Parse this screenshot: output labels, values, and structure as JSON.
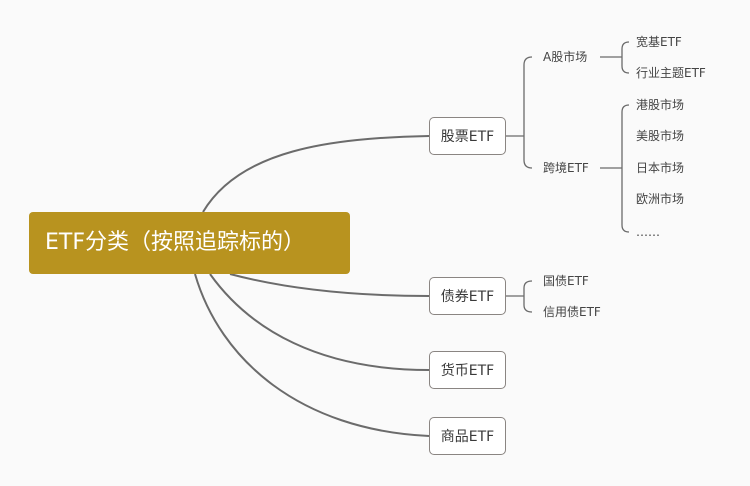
{
  "root": {
    "label": "ETF分类（按照追踪标的）"
  },
  "branches": [
    {
      "label": "股票ETF",
      "children": [
        {
          "label": "A股市场",
          "children": [
            "宽基ETF",
            "行业主题ETF"
          ]
        },
        {
          "label": "跨境ETF",
          "children": [
            "港股市场",
            "美股市场",
            "日本市场",
            "欧洲市场",
            "……"
          ]
        }
      ]
    },
    {
      "label": "债券ETF",
      "children": [
        "国债ETF",
        "信用债ETF"
      ]
    },
    {
      "label": "货币ETF"
    },
    {
      "label": "商品ETF"
    }
  ],
  "colors": {
    "root_bg": "#b8931f",
    "root_text": "#ffffff",
    "line": "#6b6b6b",
    "background": "#fafafa"
  }
}
